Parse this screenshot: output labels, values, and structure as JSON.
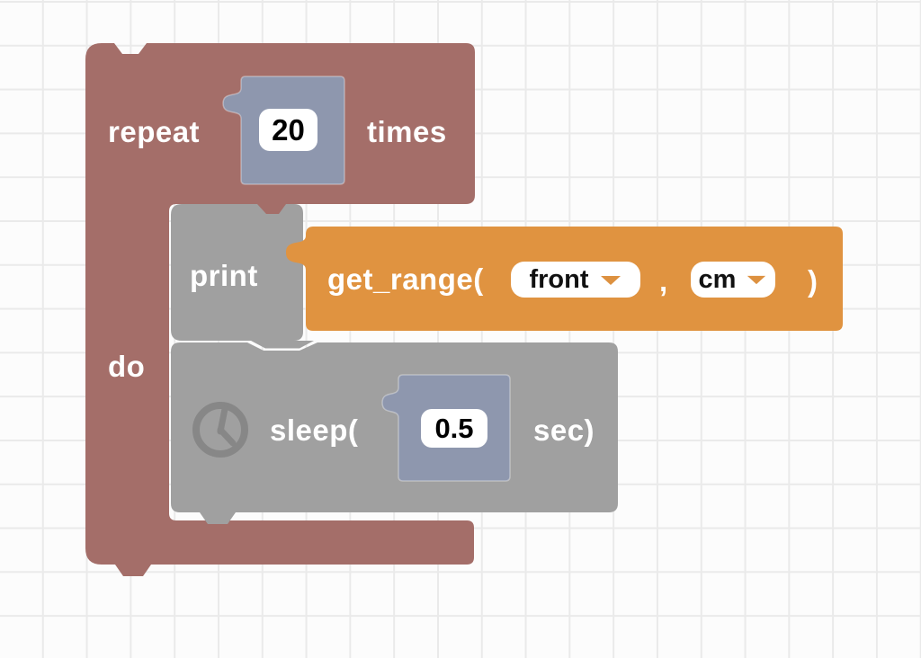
{
  "workspace": {
    "kind": "block-programming-canvas",
    "grid": "square-grid"
  },
  "colors": {
    "loop_block": "#a46e69",
    "statement_block": "#a0a0a0",
    "value_block": "#8e97ae",
    "expression_block": "#e09340",
    "field_bg": "#ffffff",
    "field_text": "#000000",
    "label_text": "#ffffff",
    "clock_icon": "#878787",
    "dropdown_arrow": "#dd9140"
  },
  "blocks": {
    "repeat": {
      "word_repeat": "repeat",
      "count_value": "20",
      "word_times": "times",
      "word_do": "do"
    },
    "print": {
      "label": "print"
    },
    "get_range": {
      "label": "get_range(",
      "arg_sensor": "front",
      "separator": ",",
      "arg_unit": "cm",
      "close_paren": ")"
    },
    "sleep": {
      "icon": "clock-icon",
      "label": "sleep(",
      "duration_value": "0.5",
      "suffix": "sec)"
    }
  }
}
